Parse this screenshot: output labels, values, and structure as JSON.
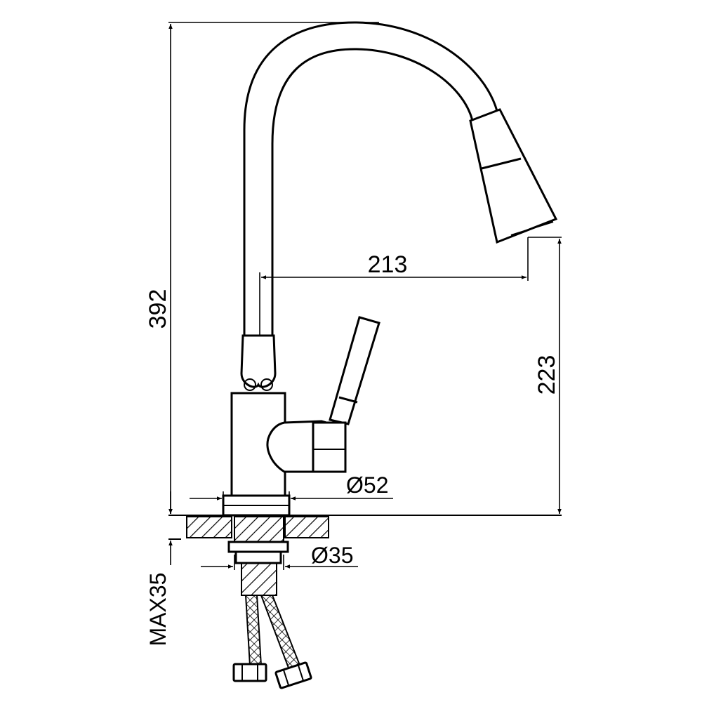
{
  "dimensions": {
    "height_total": "392",
    "reach": "213",
    "spout_height": "223",
    "base_diameter": "Ø52",
    "shank_diameter": "Ø35",
    "max_thickness": "MAX35"
  },
  "colors": {
    "line": "#000000",
    "background": "#ffffff"
  }
}
